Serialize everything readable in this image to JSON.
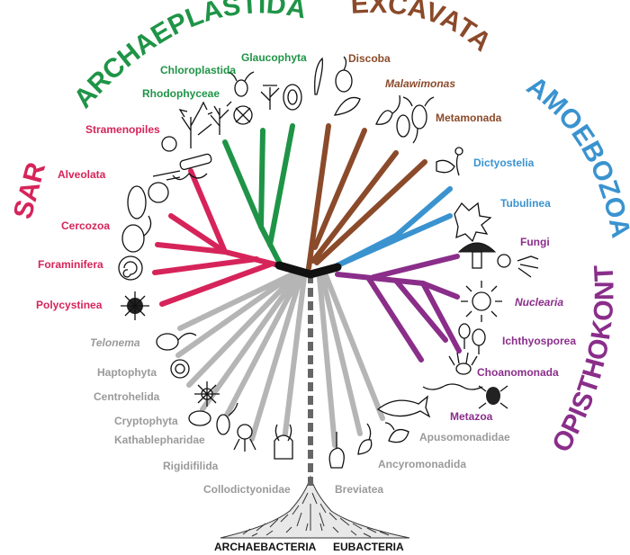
{
  "colors": {
    "sar": "#d6245a",
    "archaeplastida": "#1f9447",
    "excavata": "#8b4a2a",
    "amoebozoa": "#3a93cf",
    "opisthokonta": "#8a2e8a",
    "unassigned": "#b5b5b5",
    "trunk": "#111111",
    "root_dashed": "#666666"
  },
  "groups": {
    "sar": "SAR",
    "archaeplastida": "ARCHAEPLASTIDA",
    "excavata": "EXCAVATA",
    "amoebozoa": "AMOEBOZOA",
    "opisthokonta": "OPISTHOKONTA"
  },
  "taxa": {
    "stramenopiles": "Stramenopiles",
    "alveolata": "Alveolata",
    "cercozoa": "Cercozoa",
    "foraminifera": "Foraminifera",
    "polycystinea": "Polycystinea",
    "rhodophyceae": "Rhodophyceae",
    "chloroplastida": "Chloroplastida",
    "glaucophyta": "Glaucophyta",
    "discoba": "Discoba",
    "malawimonas": "Malawimonas",
    "metamonada": "Metamonada",
    "dictyostelia": "Dictyostelia",
    "tubulinea": "Tubulinea",
    "fungi": "Fungi",
    "nuclearia": "Nuclearia",
    "ichthyosporea": "Ichthyosporea",
    "choanomonada": "Choanomonada",
    "metazoa": "Metazoa",
    "telonema": "Telonema",
    "haptophyta": "Haptophyta",
    "centrohelida": "Centrohelida",
    "cryptophyta": "Cryptophyta",
    "kathablepharidae": "Kathablepharidae",
    "rigidifilida": "Rigidifilida",
    "collodictyonidae": "Collodictyonidae",
    "breviatea": "Breviatea",
    "ancyromonadida": "Ancyromonadida",
    "apusomonadidae": "Apusomonadidae"
  },
  "roots": {
    "archaebacteria": "ARCHAEBACTERIA",
    "eubacteria": "EUBACTERIA"
  }
}
